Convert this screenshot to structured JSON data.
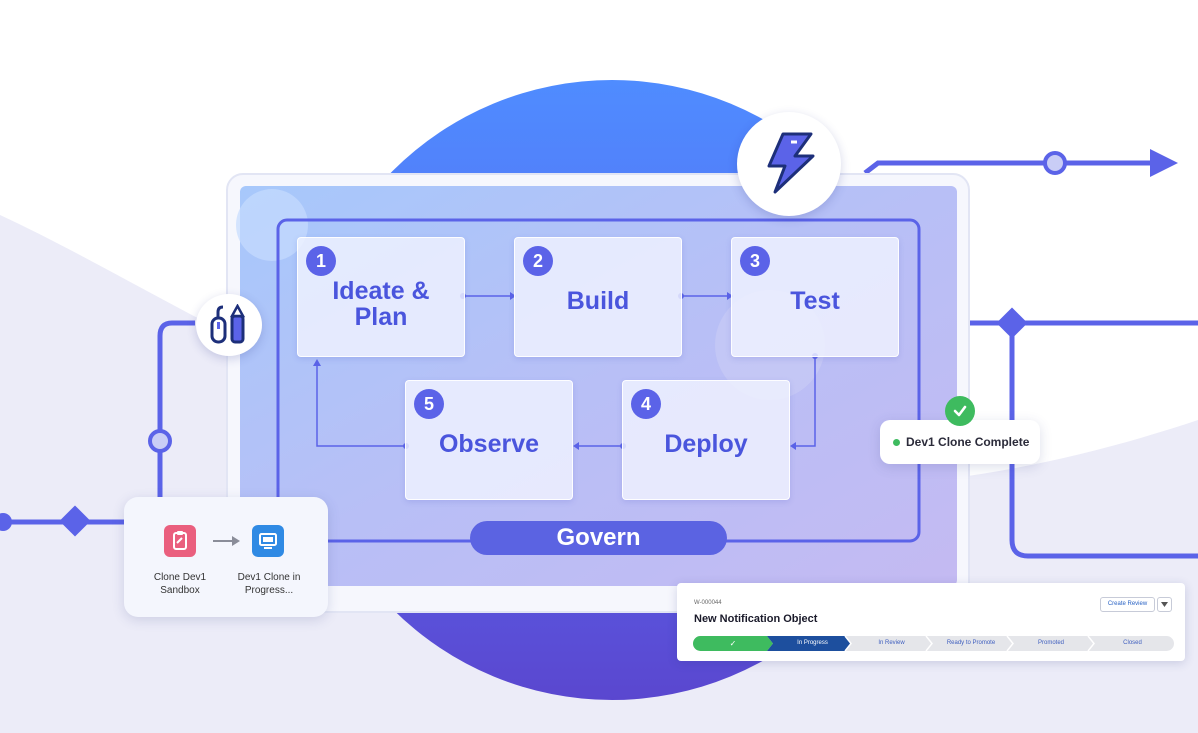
{
  "steps": [
    {
      "num": "1",
      "label": "Ideate & Plan"
    },
    {
      "num": "2",
      "label": "Build"
    },
    {
      "num": "3",
      "label": "Test"
    },
    {
      "num": "4",
      "label": "Deploy"
    },
    {
      "num": "5",
      "label": "Observe"
    }
  ],
  "govern": "Govern",
  "status_toast": {
    "text": "Dev1 Clone Complete",
    "icon": "check-icon"
  },
  "sandbox_card": {
    "source_label": "Clone Dev1 Sandbox",
    "target_label": "Dev1 Clone in Progress...",
    "source_icon": "clipboard-icon",
    "target_icon": "monitor-icon",
    "arrow_icon": "arrow-right-icon"
  },
  "work_item": {
    "id": "W-000044",
    "title": "New Notification Object",
    "create_review_label": "Create Review",
    "path": [
      "✓",
      "In Progress",
      "In Review",
      "Ready to Promote",
      "Promoted",
      "Closed"
    ],
    "active_index": 1,
    "complete_index": 0
  },
  "badges": {
    "top": "lightning-icon",
    "left": "design-tools-icon"
  },
  "colors": {
    "accent": "#5b63e8",
    "navy": "#1d4f9e",
    "green": "#3ebb5f",
    "grad_top": "#4d8bff",
    "grad_bottom": "#5b4ed8"
  }
}
